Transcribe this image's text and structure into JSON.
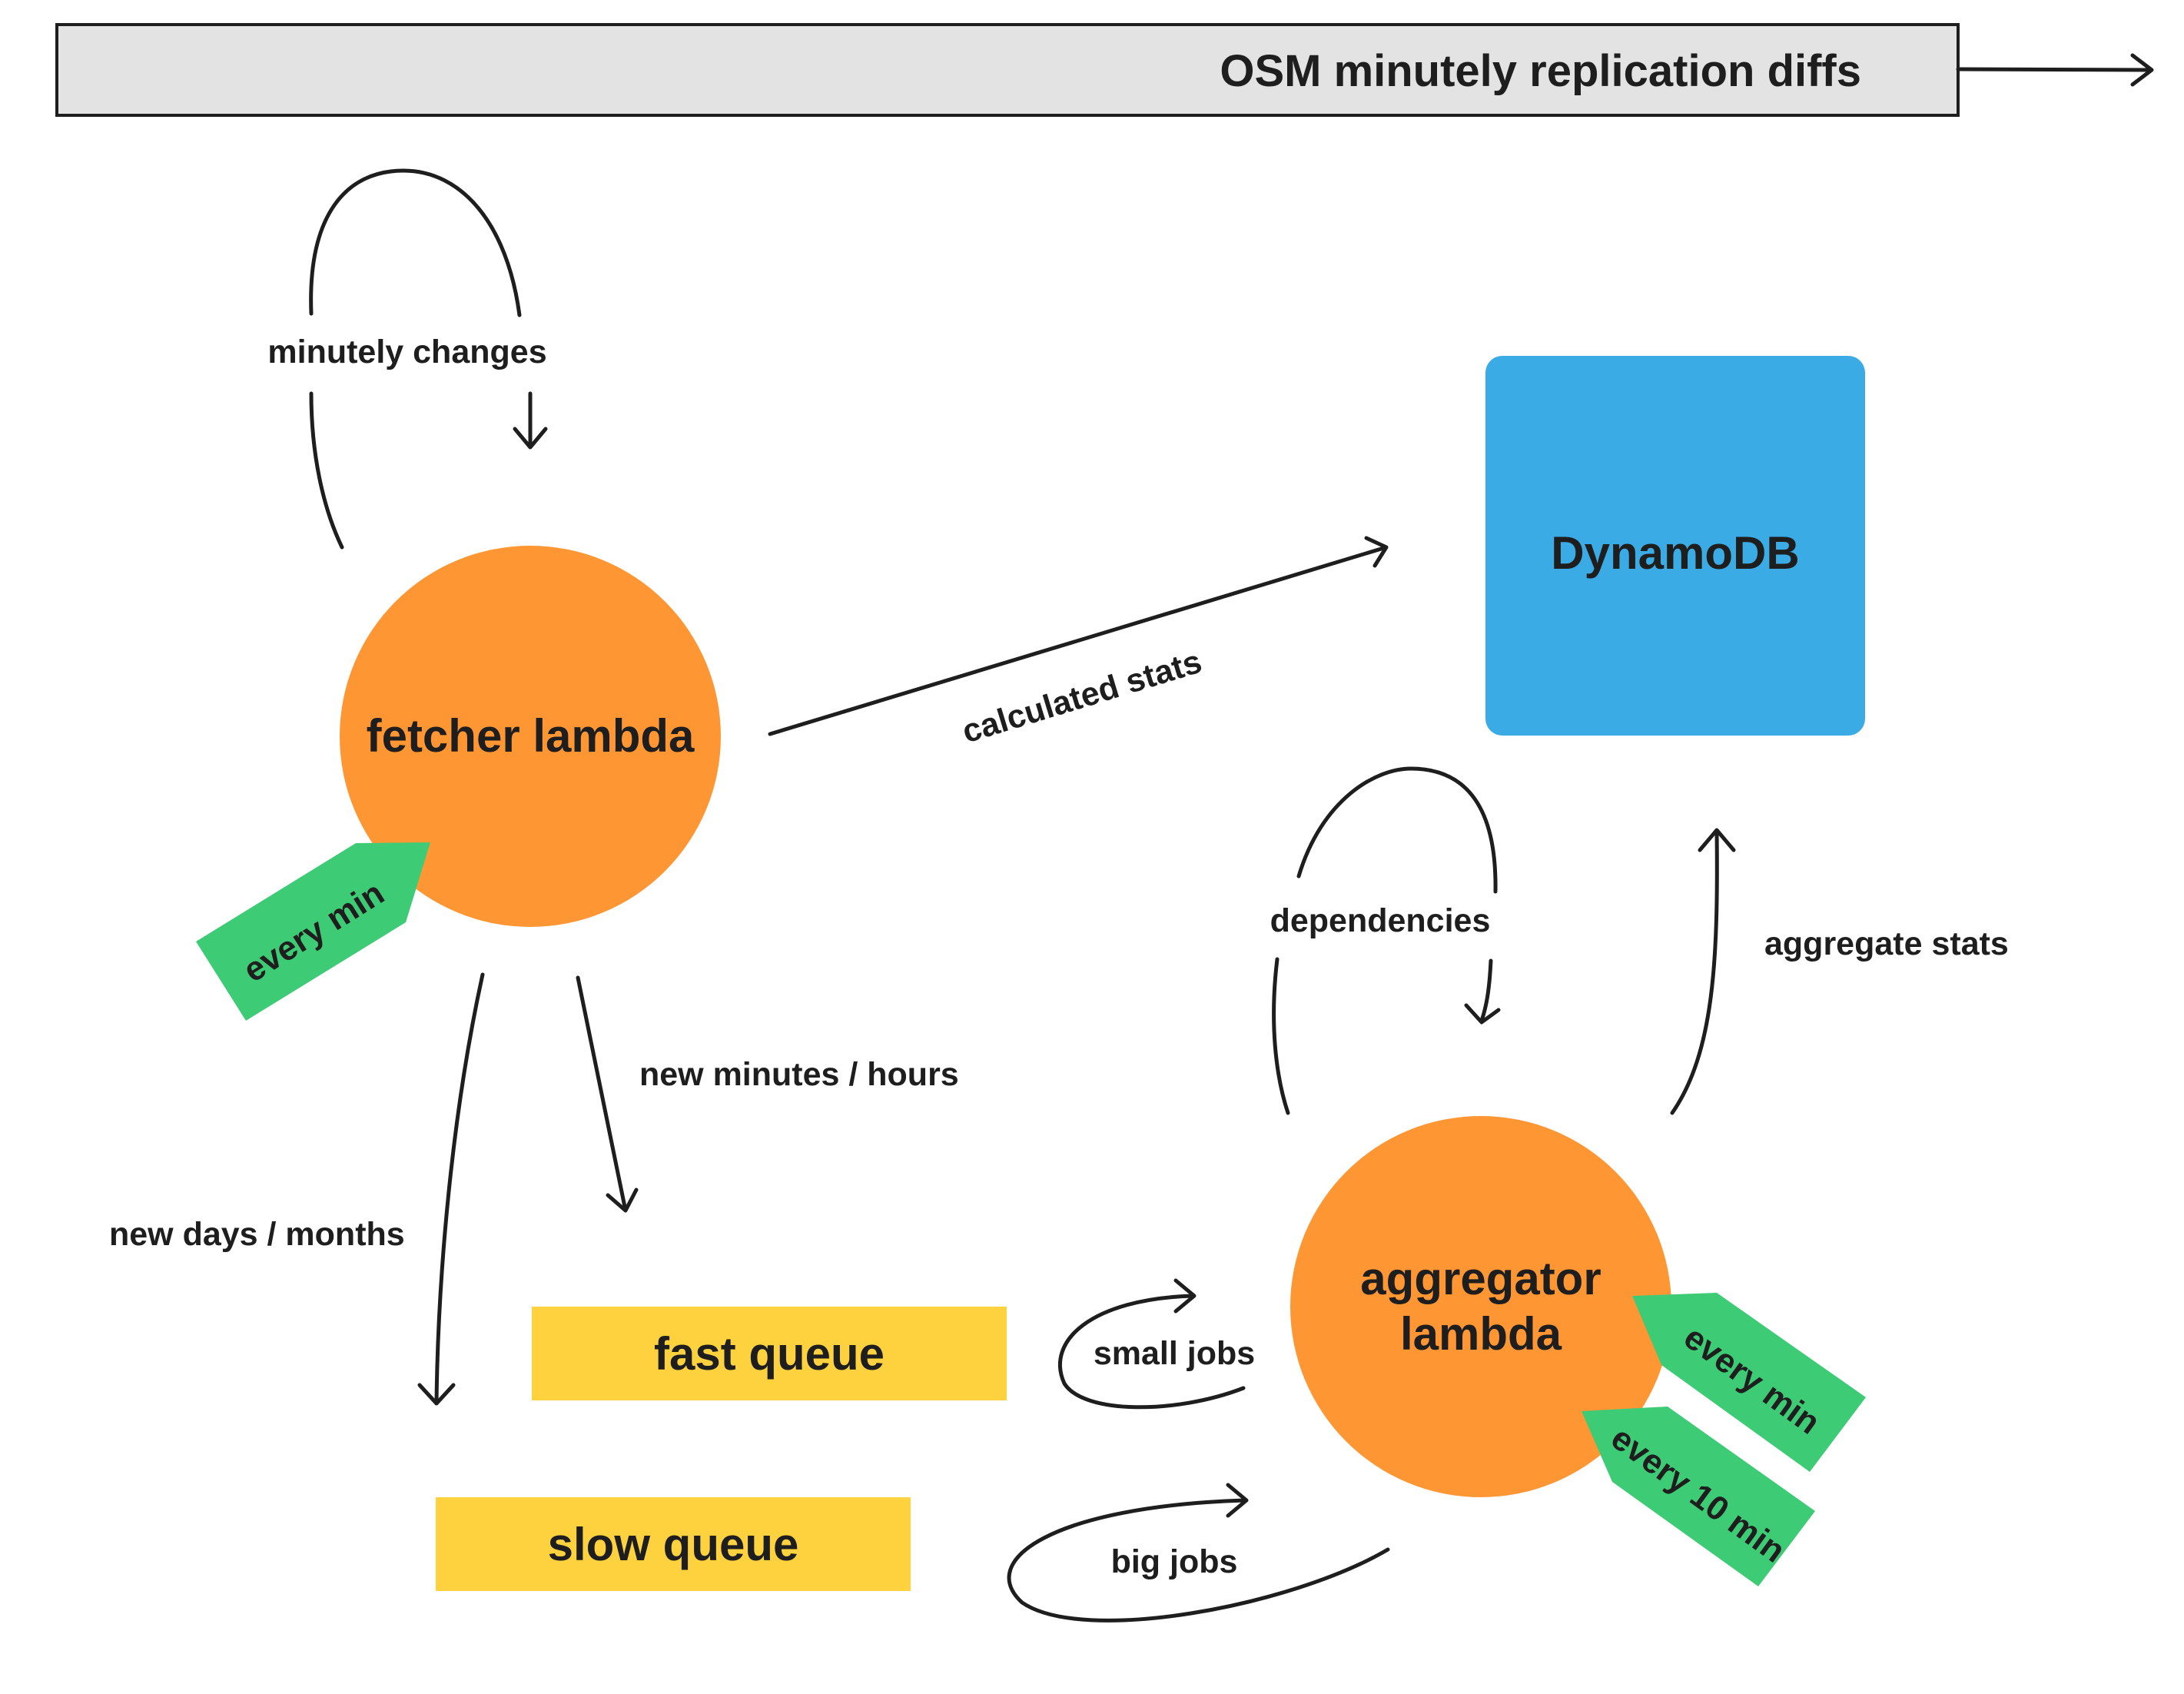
{
  "banner": {
    "title": "OSM minutely replication diffs"
  },
  "nodes": {
    "fetcher": {
      "label": "fetcher lambda",
      "color": "#ff9634"
    },
    "dynamodb": {
      "label": "DynamoDB",
      "color": "#3aabe4"
    },
    "aggregator": {
      "label_line1": "aggregator",
      "label_line2": "lambda",
      "color": "#ff9634"
    },
    "fast_queue": {
      "label": "fast queue",
      "color": "#fed13f"
    },
    "slow_queue": {
      "label": "slow queue",
      "color": "#fed13f"
    }
  },
  "tags": {
    "fetcher_schedule": "every min",
    "aggregator_schedule_1": "every min",
    "aggregator_schedule_2": "every 10 min",
    "color": "#3ecb76"
  },
  "edges": {
    "minutely_changes": "minutely changes",
    "calculated_stats": "calculated stats",
    "new_minutes_hours": "new minutes / hours",
    "new_days_months": "new days / months",
    "dependencies": "dependencies",
    "aggregate_stats": "aggregate stats",
    "small_jobs": "small jobs",
    "big_jobs": "big jobs"
  },
  "colors": {
    "banner_fill": "#e3e3e3",
    "line": "#1e1e1e"
  }
}
